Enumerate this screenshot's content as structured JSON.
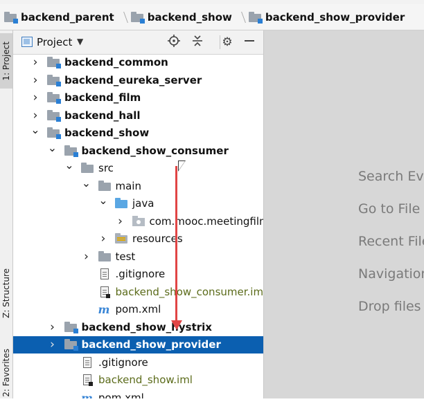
{
  "breadcrumb": [
    "backend_parent",
    "backend_show",
    "backend_show_provider"
  ],
  "tool_window": {
    "stripe_tabs": [
      "1: Project",
      "Z: Structure",
      "2: Favorites"
    ],
    "title": "Project",
    "dropdown_icon": "triangle-down-icon",
    "buttons": [
      "crosshair-icon",
      "collapse-all-icon",
      "gear-icon",
      "minimize-icon"
    ]
  },
  "tree": [
    {
      "label": "backend_common",
      "level": 1,
      "arrow": "right",
      "icon": "module-folder",
      "bold": true
    },
    {
      "label": "backend_eureka_server",
      "level": 1,
      "arrow": "right",
      "icon": "module-folder",
      "bold": true
    },
    {
      "label": "backend_film",
      "level": 1,
      "arrow": "right",
      "icon": "module-folder",
      "bold": true
    },
    {
      "label": "backend_hall",
      "level": 1,
      "arrow": "right",
      "icon": "module-folder",
      "bold": true
    },
    {
      "label": "backend_show",
      "level": 1,
      "arrow": "down",
      "icon": "module-folder",
      "bold": true
    },
    {
      "label": "backend_show_consumer",
      "level": 2,
      "arrow": "down",
      "icon": "module-folder",
      "bold": true
    },
    {
      "label": "src",
      "level": 3,
      "arrow": "down",
      "icon": "folder",
      "bold": false
    },
    {
      "label": "main",
      "level": 4,
      "arrow": "down",
      "icon": "folder",
      "bold": false
    },
    {
      "label": "java",
      "level": 5,
      "arrow": "down",
      "icon": "java-folder",
      "bold": false
    },
    {
      "label": "com.mooc.meetingfilm.c",
      "level": 6,
      "arrow": "right",
      "icon": "package",
      "bold": false
    },
    {
      "label": "resources",
      "level": 5,
      "arrow": "right",
      "icon": "resources-folder",
      "bold": false
    },
    {
      "label": "test",
      "level": 4,
      "arrow": "right",
      "icon": "folder",
      "bold": false
    },
    {
      "label": ".gitignore",
      "level": 4,
      "arrow": "none",
      "icon": "file",
      "bold": false
    },
    {
      "label": "backend_show_consumer.iml",
      "level": 4,
      "arrow": "none",
      "icon": "iml-file",
      "bold": false
    },
    {
      "label": "pom.xml",
      "level": 4,
      "arrow": "none",
      "icon": "maven-file",
      "bold": false
    },
    {
      "label": "backend_show_hystrix",
      "level": 2,
      "arrow": "right",
      "icon": "module-folder",
      "bold": true
    },
    {
      "label": "backend_show_provider",
      "level": 2,
      "arrow": "right",
      "icon": "module-folder",
      "bold": true,
      "selected": true
    },
    {
      "label": ".gitignore",
      "level": 3,
      "arrow": "none",
      "icon": "file",
      "bold": false
    },
    {
      "label": "backend_show.iml",
      "level": 3,
      "arrow": "none",
      "icon": "iml-file",
      "bold": false
    },
    {
      "label": "pom.xml",
      "level": 3,
      "arrow": "none",
      "icon": "maven-file",
      "bold": false
    }
  ],
  "editor_hints": [
    "Search Eve",
    "Go to File",
    "Recent File",
    "Navigation",
    "Drop files"
  ],
  "colors": {
    "selection": "#0b5fb0",
    "annotation_arrow": "#e14545",
    "editor_bg": "#d7d7d7"
  }
}
